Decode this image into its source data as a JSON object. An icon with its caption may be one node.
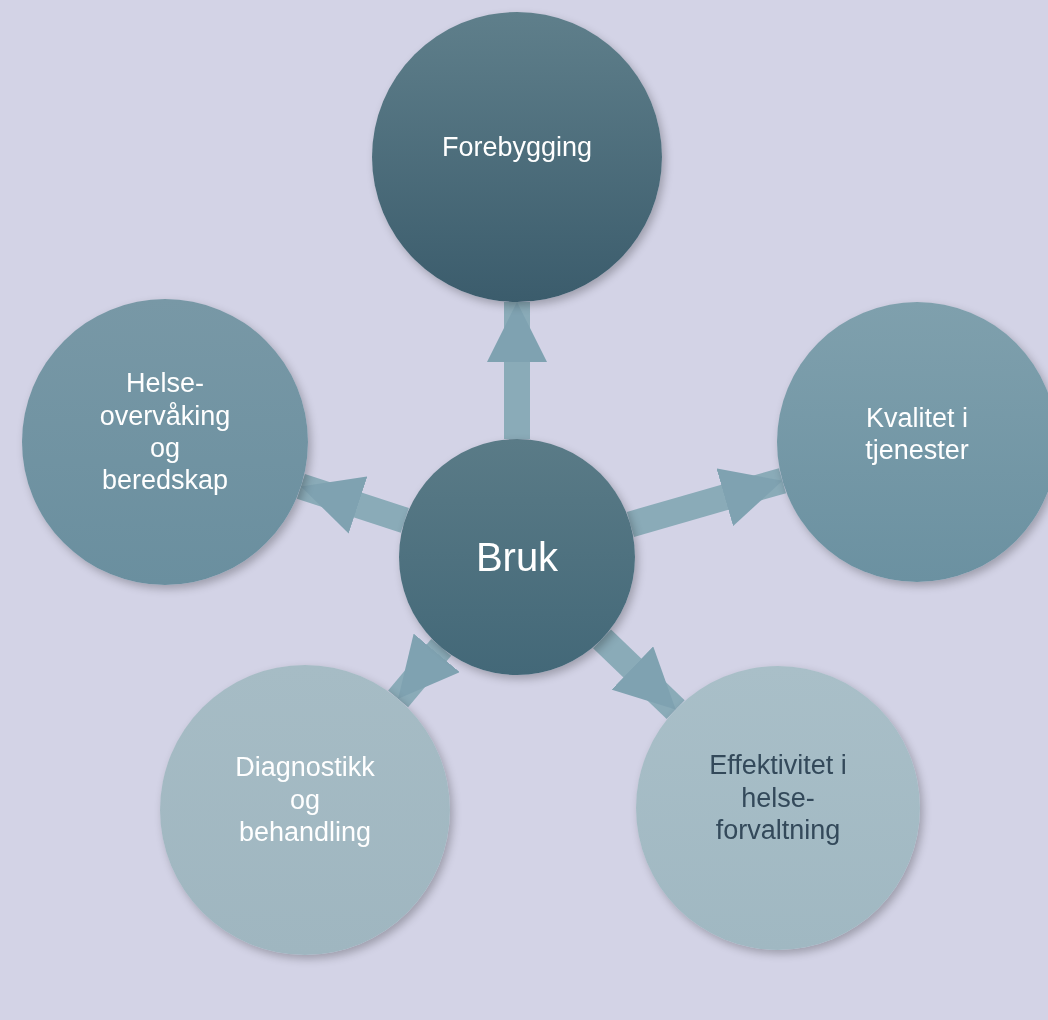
{
  "diagram": {
    "nodes": [
      {
        "text": [
          "Forebygging"
        ]
      },
      {
        "text": [
          "Helse- overvåking og beredskap"
        ]
      },
      {
        "text": [
          "Kvalitet i tjenester"
        ]
      },
      {
        "text": [
          "Bruk"
        ]
      },
      {
        "text": [
          "Diagnostikk og behandling"
        ]
      },
      {
        "text": [
          "Effektivitet i helse- forvaltning"
        ]
      }
    ],
    "edges": [
      {
        "from": 3,
        "to": 0,
        "arrow": "to"
      },
      {
        "from": 3,
        "to": 1,
        "arrow": "to"
      },
      {
        "from": 3,
        "to": 2,
        "arrow": "to"
      },
      {
        "from": 3,
        "to": 4,
        "arrow": "to"
      },
      {
        "from": 3,
        "to": 5,
        "arrow": "to"
      }
    ]
  }
}
